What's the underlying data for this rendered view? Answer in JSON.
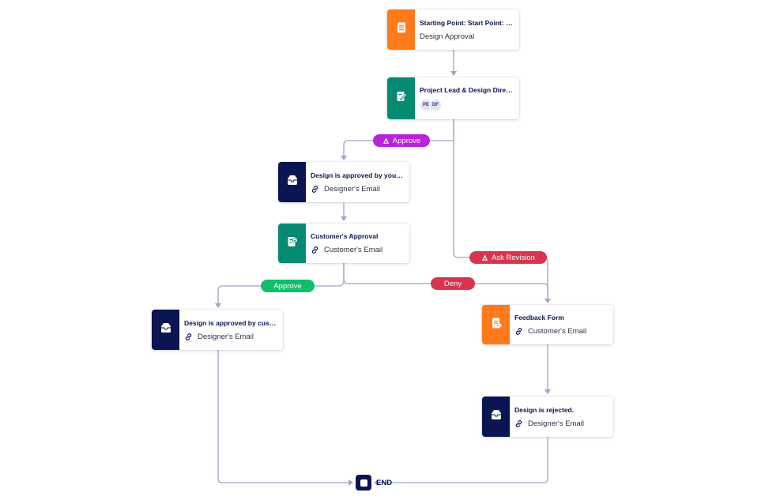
{
  "nodes": {
    "start": {
      "title": "Starting Point: Start Point: D...",
      "subtitle": "Design Approval",
      "icon": "document-form-icon",
      "color": "#ff7a1a"
    },
    "lead": {
      "title": "Project Lead & Design Direct...",
      "icon": "approval-pen-icon",
      "color": "#078a72",
      "avatars": [
        "PE",
        "DF"
      ]
    },
    "email_lead": {
      "title": "Design is approved by your l...",
      "link_text": "Designer's Email",
      "icon": "email-inbox-icon",
      "color": "#0a1551"
    },
    "customer": {
      "title": "Customer's Approval",
      "link_text": "Customer's Email",
      "icon": "approval-check-icon",
      "color": "#078a72"
    },
    "email_customer": {
      "title": "Design is approved by custo...",
      "link_text": "Designer's Email",
      "icon": "email-inbox-icon",
      "color": "#0a1551"
    },
    "feedback": {
      "title": "Feedback Form",
      "link_text": "Customer's Email",
      "icon": "form-arrow-icon",
      "color": "#ff7a1a"
    },
    "rejected": {
      "title": "Design is rejected.",
      "link_text": "Designer's Email",
      "icon": "email-inbox-icon",
      "color": "#0a1551"
    },
    "end": {
      "label": "END"
    }
  },
  "labels": {
    "approve_1": "Approve",
    "ask_revision": "Ask Revision",
    "approve_2": "Approve",
    "deny": "Deny"
  },
  "colors": {
    "edge": "#9fa4c9",
    "approve_purple": "#b723d9",
    "red": "#d8344f",
    "green": "#10bf6c"
  }
}
